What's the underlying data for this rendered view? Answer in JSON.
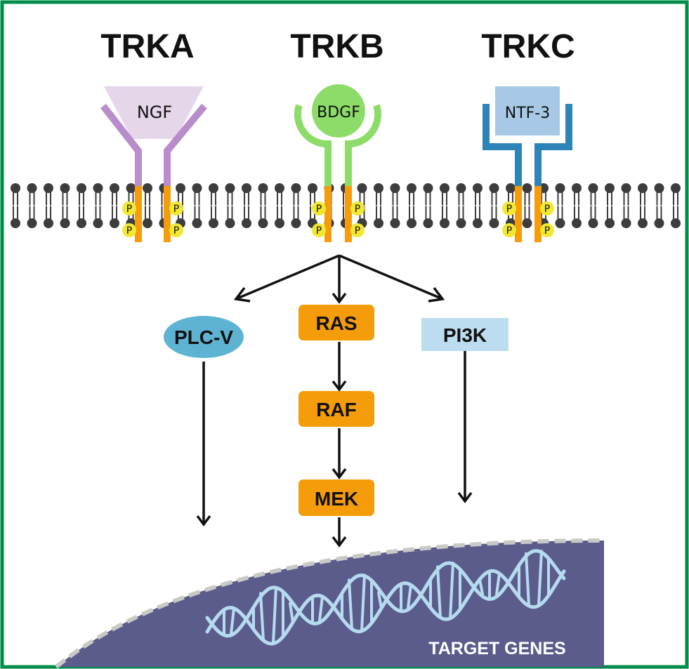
{
  "receptors": [
    {
      "name": "TRKA",
      "ligand": "NGF",
      "color": "#b98ccb",
      "ligand_color": "#e6d6ea"
    },
    {
      "name": "TRKB",
      "ligand": "BDGF",
      "color": "#8ddc6a",
      "ligand_color": "#8ddc6a"
    },
    {
      "name": "TRKC",
      "ligand": "NTF-3",
      "color": "#2d84b8",
      "ligand_color": "#a7c9e5"
    }
  ],
  "phospho_label": "P",
  "pathways": {
    "plc": "PLC-V",
    "ras": "RAS",
    "raf": "RAF",
    "mek": "MEK",
    "pi3k": "PI3K"
  },
  "nucleus": {
    "label": "TARGET GENES"
  },
  "colors": {
    "border": "#008c4a",
    "kinase": "#f59c0b",
    "membrane": "#3d3d3d",
    "nucleus": "#5b5c8c",
    "dna": "#b5dbef",
    "plc": "#5eb3d3",
    "pi3k": "#bcdcef"
  }
}
